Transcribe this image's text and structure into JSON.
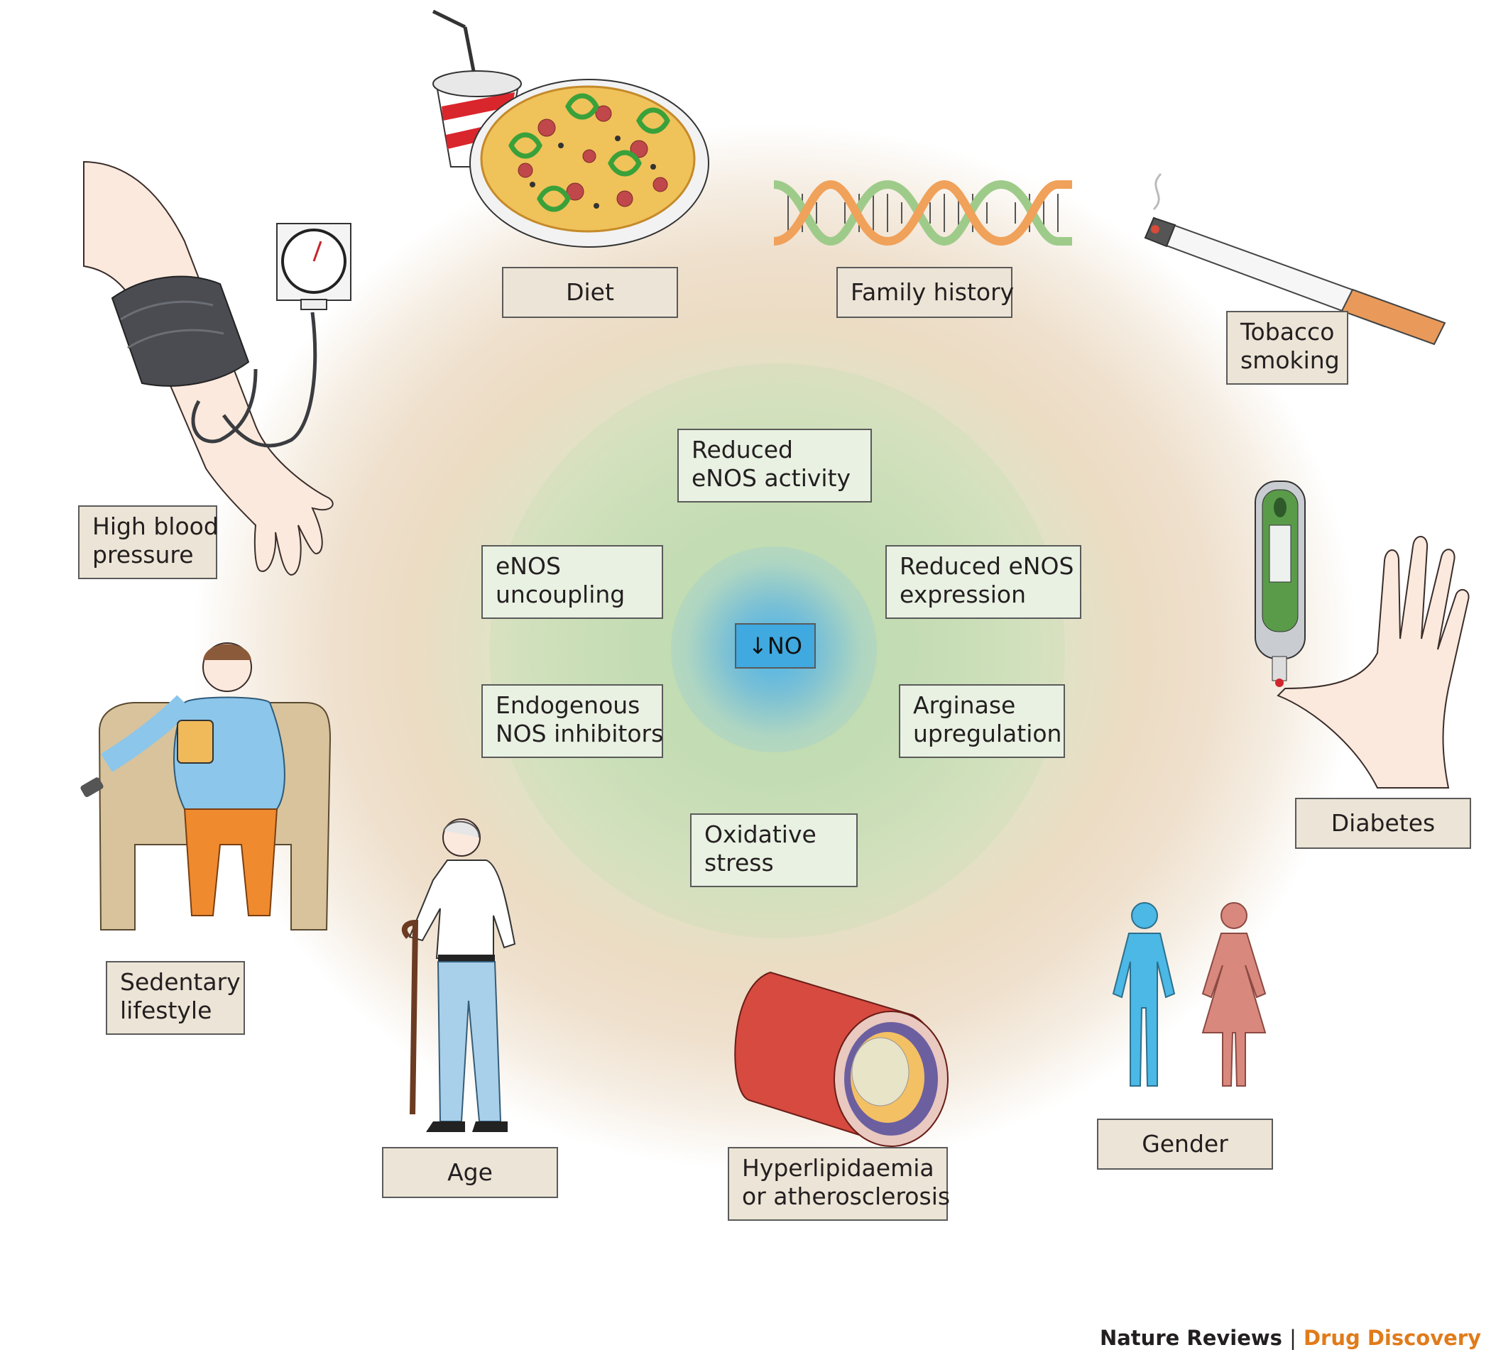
{
  "center": {
    "label": "↓NO"
  },
  "mechanisms": [
    {
      "id": "reduced-enos-activity",
      "line1": "Reduced",
      "line2": "eNOS activity"
    },
    {
      "id": "reduced-enos-expression",
      "line1": "Reduced eNOS",
      "line2": "expression"
    },
    {
      "id": "arginase-upregulation",
      "line1": "Arginase",
      "line2": "upregulation"
    },
    {
      "id": "oxidative-stress",
      "line1": "Oxidative",
      "line2": "stress"
    },
    {
      "id": "endogenous-nos-inhibitors",
      "line1": "Endogenous",
      "line2": "NOS inhibitors"
    },
    {
      "id": "enos-uncoupling",
      "line1": "eNOS",
      "line2": "uncoupling"
    }
  ],
  "risk_factors": [
    {
      "id": "diet",
      "line1": "Diet",
      "icon": "pizza-and-soda-icon"
    },
    {
      "id": "family-history",
      "line1": "Family history",
      "icon": "dna-helix-icon"
    },
    {
      "id": "tobacco-smoking",
      "line1": "Tobacco",
      "line2": "smoking",
      "icon": "cigarette-icon"
    },
    {
      "id": "diabetes",
      "line1": "Diabetes",
      "icon": "glucose-meter-icon"
    },
    {
      "id": "gender",
      "line1": "Gender",
      "icon": "male-female-figures-icon"
    },
    {
      "id": "hyperlipidaemia",
      "line1": "Hyperlipidaemia",
      "line2": "or atherosclerosis",
      "icon": "artery-plaque-icon"
    },
    {
      "id": "age",
      "line1": "Age",
      "icon": "elderly-man-with-cane-icon"
    },
    {
      "id": "sedentary-lifestyle",
      "line1": "Sedentary",
      "line2": "lifestyle",
      "icon": "man-in-armchair-icon"
    },
    {
      "id": "high-blood-pressure",
      "line1": "High blood",
      "line2": "pressure",
      "icon": "blood-pressure-cuff-icon"
    }
  ],
  "footer": {
    "journal": "Nature Reviews",
    "separator": "|",
    "section": "Drug Discovery"
  },
  "colors": {
    "no_blue": "#3fa9e0",
    "factor_box": "#ece4d6",
    "mechanism_box": "#e9f1e2",
    "footer_accent": "#e07b1a",
    "male_figure": "#4bb8e6",
    "female_figure": "#d9887e"
  }
}
